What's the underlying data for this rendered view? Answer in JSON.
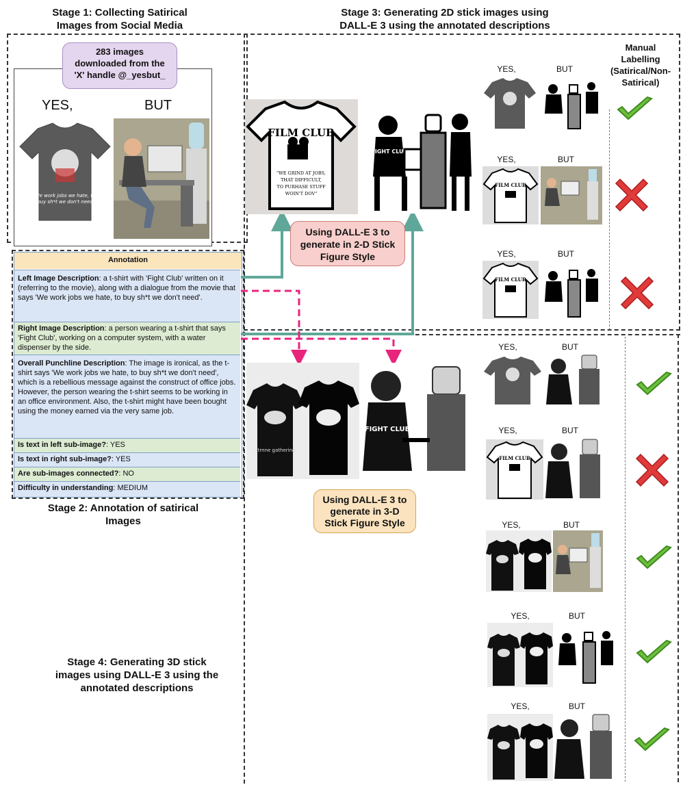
{
  "stage1": {
    "title_line1": "Stage 1: Collecting Satirical",
    "title_line2": "Images from Social Media"
  },
  "stage3": {
    "title_line1": "Stage 3: Generating 2D stick images using",
    "title_line2": "DALL-E 3 using the annotated descriptions"
  },
  "stage2": {
    "title_line1": "Stage 2: Annotation of satirical",
    "title_line2": "Images"
  },
  "stage4": {
    "title_line1": "Stage 4: Generating 3D stick",
    "title_line2": "images using DALL-E 3 using the",
    "title_line3": "annotated descriptions"
  },
  "source_badge": {
    "line1": "283 images",
    "line2": "downloaded from the",
    "line3": "'X' handle @_yesbut_"
  },
  "original_image": {
    "left_label": "YES,",
    "right_label": "BUT",
    "shirt_text": "We work jobs we hate, to buy sh*t we don't need"
  },
  "generated_2d": {
    "shirt_title": "FILM CLUB",
    "shirt_quote": "\"WE GRIND AT JOBS, THAT DIFFICULT, TO PURHASE STUFF WOIN'T DOV\"",
    "person_shirt": "FIGHT CLUB"
  },
  "generated_3d": {
    "shirt_text": "xtrnne gathering",
    "person_shirt": "FIGHT CLUB"
  },
  "callout_2d": {
    "line1": "Using DALL-E 3 to",
    "line2": "generate in 2-D Stick",
    "line3": "Figure Style"
  },
  "callout_3d": {
    "line1": "Using DALL-E 3 to",
    "line2": "generate in 3-D",
    "line3": "Stick Figure Style"
  },
  "manual_labelling": {
    "line1": "Manual",
    "line2": "Labelling",
    "line3": "(Satirical/Non-",
    "line4": "Satirical)"
  },
  "annotation": {
    "header": "Annotation",
    "left_key": "Left Image Description",
    "left_val": ": a t-shirt with 'Fight Club' written on it (referring to the movie), along with a dialogue from the movie that says 'We work jobs we hate, to buy sh*t we don't need'.",
    "right_key": "Right Image Description",
    "right_val": ": a person wearing a t-shirt that says 'Fight Club', working on a computer system, with a water dispenser by the side.",
    "overall_key": "Overall Punchline Description",
    "overall_val": ": The image is ironical, as the t-shirt says 'We work jobs we hate, to buy sh*t we don't need', which is a rebellious message against the construct of office jobs. However, the person wearing the t-shirt seems to be working in an office environment. Also, the t-shirt might have been bought using the money earned via the very same job.",
    "q1_key": "Is text in left sub-image?",
    "q1_val": ": YES",
    "q2_key": "Is text in right sub-image?",
    "q2_val": ": YES",
    "q3_key": "Are sub-images connected?",
    "q3_val": ": NO",
    "q4_key": "Difficulty in understanding",
    "q4_val": ": MEDIUM"
  },
  "pair_labels": {
    "yes": "YES,",
    "but": "BUT"
  },
  "labels_2d": [
    "satirical",
    "non-satirical",
    "non-satirical"
  ],
  "labels_3d": [
    "satirical",
    "non-satirical",
    "satirical",
    "satirical",
    "satirical"
  ],
  "colors": {
    "teal_arrow": "#5fa899",
    "pink_arrow": "#e8247c",
    "check": "#6cbf3a",
    "cross": "#e03a3a",
    "purple_badge": "#e5d6ef",
    "red_callout": "#f8cfcc",
    "orange_callout": "#fbe3bf"
  }
}
